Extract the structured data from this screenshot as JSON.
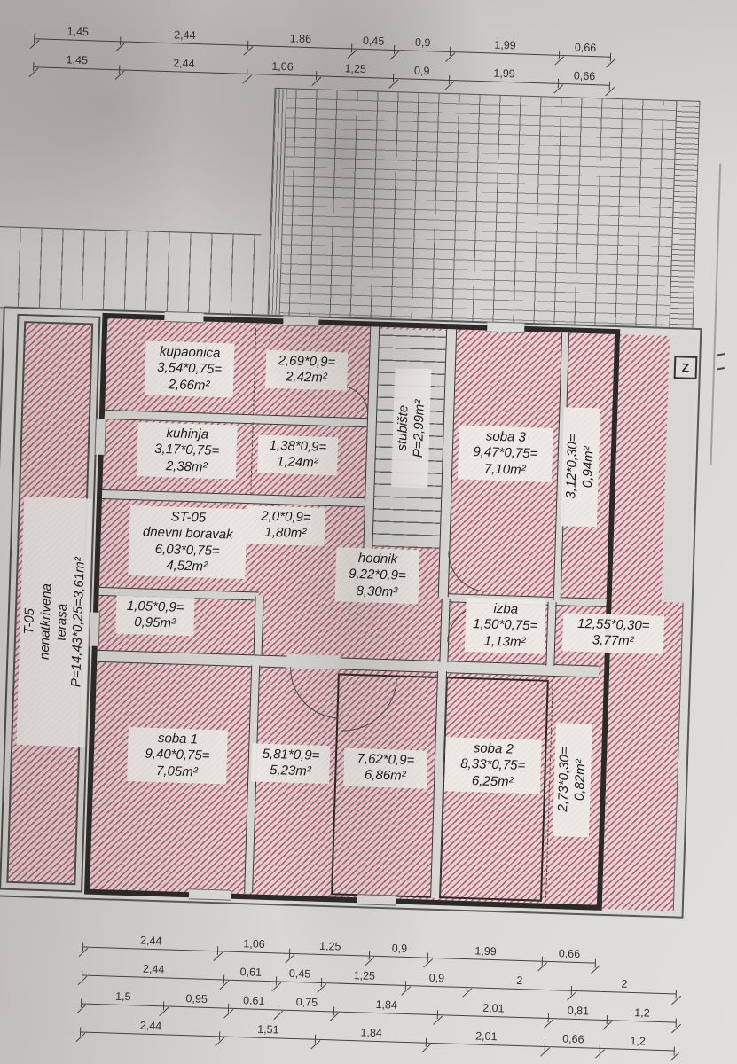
{
  "dims": {
    "top": [
      [
        "1,45",
        "2,44",
        "1,86",
        "0,45",
        "0,9",
        "1,99",
        "0,66"
      ],
      [
        "1,45",
        "2,44",
        "1,06",
        "1,25",
        "0,9",
        "1,99",
        "0,66"
      ]
    ],
    "bottom": [
      [
        "2,44",
        "1,06",
        "1,25",
        "0,9",
        "1,99",
        "0,66"
      ],
      [
        "2,44",
        "0,61",
        "0,45",
        "1,25",
        "0,9",
        "2",
        "2"
      ],
      [
        "1,5",
        "0,95",
        "0,61",
        "0,75",
        "1,84",
        "2,01",
        "0,81",
        "1,2"
      ],
      [
        "2,44",
        "1,51",
        "1,84",
        "2,01",
        "0,66",
        "1,2"
      ]
    ]
  },
  "rooms": {
    "terasa": {
      "lines": [
        "T-05",
        "nenatkrivena",
        "terasa",
        "P=14,43*0,25=3,61m²"
      ]
    },
    "kupaonica": {
      "lines": [
        "kupaonica",
        "3,54*0,75=",
        "2,66m²"
      ]
    },
    "zone269": {
      "lines": [
        "2,69*0,9=",
        "2,42m²"
      ]
    },
    "stubiste": {
      "lines": [
        "stubište",
        "P=2,99m²"
      ]
    },
    "soba3": {
      "lines": [
        "soba 3",
        "9,47*0,75=",
        "7,10m²"
      ]
    },
    "strip312": {
      "lines": [
        "3,12*0,30=",
        "0,94m²"
      ]
    },
    "kuhinja": {
      "lines": [
        "kuhinja",
        "3,17*0,75=",
        "2,38m²"
      ]
    },
    "zone138": {
      "lines": [
        "1,38*0,9=",
        "1,24m²"
      ]
    },
    "dnevni": {
      "lines": [
        "ST-05",
        "dnevni boravak",
        "6,03*0,75=",
        "4,52m²"
      ]
    },
    "zone20": {
      "lines": [
        "2,0*0,9=",
        "1,80m²"
      ]
    },
    "hodnik": {
      "lines": [
        "hodnik",
        "9,22*0,9=",
        "8,30m²"
      ]
    },
    "zone105": {
      "lines": [
        "1,05*0,9=",
        "0,95m²"
      ]
    },
    "izba": {
      "lines": [
        "izba",
        "1,50*0,75=",
        "1,13m²"
      ]
    },
    "zone1255": {
      "lines": [
        "12,55*0,30=",
        "3,77m²"
      ]
    },
    "soba1": {
      "lines": [
        "soba 1",
        "9,40*0,75=",
        "7,05m²"
      ]
    },
    "zone581": {
      "lines": [
        "5,81*0,9=",
        "5,23m²"
      ]
    },
    "zone762": {
      "lines": [
        "7,62*0,9=",
        "6,86m²"
      ]
    },
    "soba2": {
      "lines": [
        "soba 2",
        "8,33*0,75=",
        "6,25m²"
      ]
    },
    "strip273": {
      "lines": [
        "2,73*0,30=",
        "0,82m²"
      ]
    }
  },
  "symbols": {
    "window_marker": "Z"
  },
  "colors": {
    "hatch_stripe": "#a54c58",
    "hatch_bg": "#e4ced1",
    "wall": "#2c2a28",
    "paper": "#d7d5d1"
  }
}
